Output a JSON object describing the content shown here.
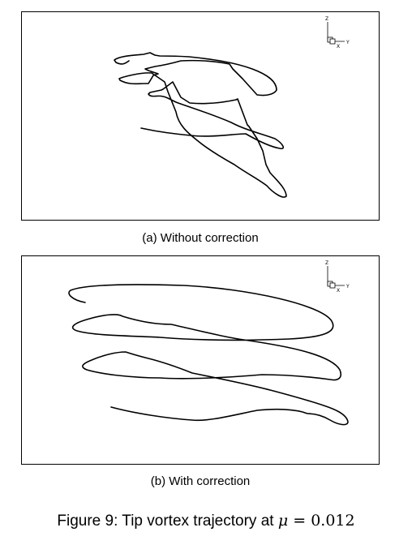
{
  "figure": {
    "caption_prefix": "Figure 9: Tip vortex trajectory at ",
    "caption_symbol": "μ",
    "caption_equals": " = ",
    "caption_value": "0.012"
  },
  "panels": [
    {
      "id": "a",
      "caption": "(a) Without correction",
      "axis_labels": {
        "z": "Z",
        "y": "Y",
        "x": "X"
      }
    },
    {
      "id": "b",
      "caption": "(b) With correction",
      "axis_labels": {
        "z": "Z",
        "y": "Y",
        "x": "X"
      }
    }
  ]
}
